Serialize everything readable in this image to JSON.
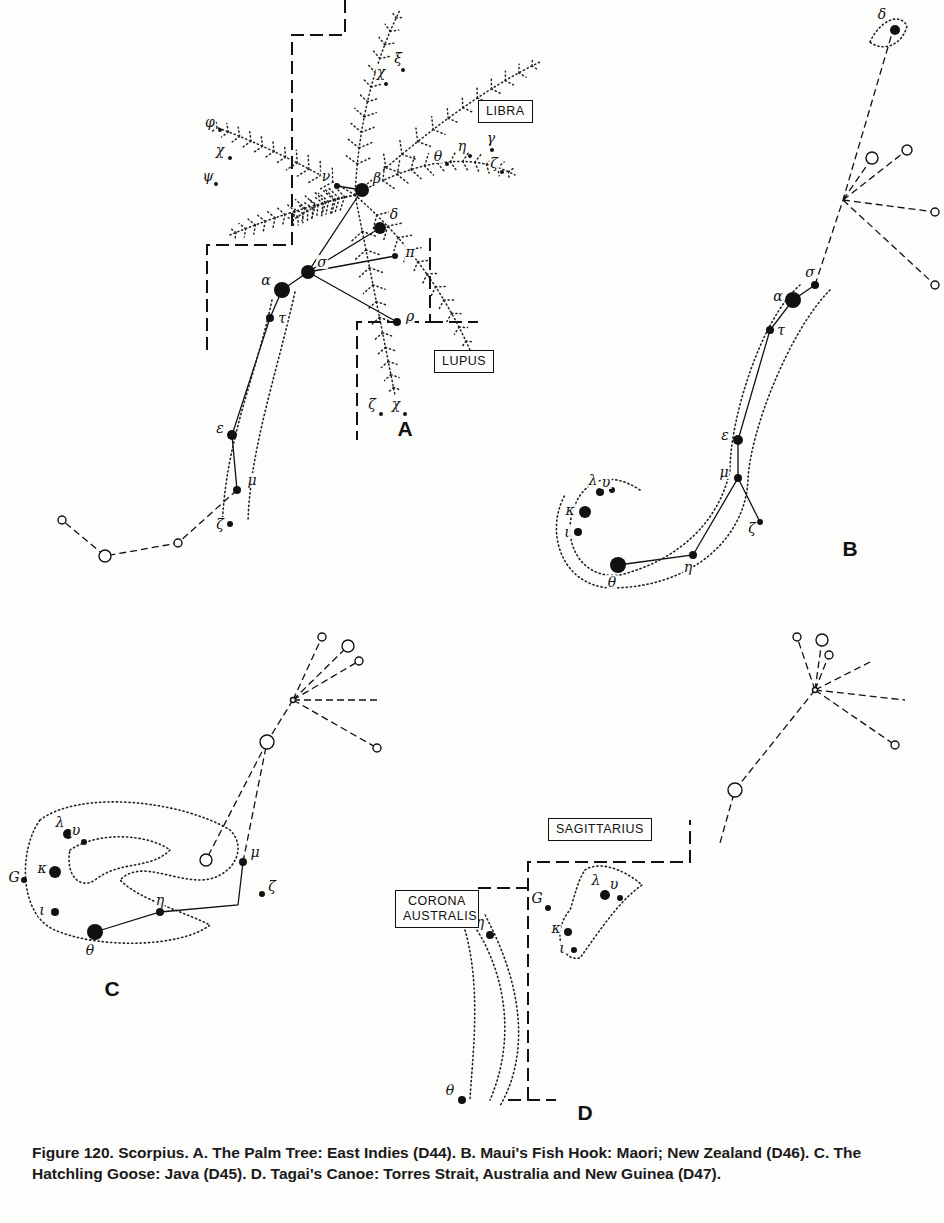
{
  "diagram": {
    "caption": "Figure 120. Scorpius. A. The Palm Tree: East Indies (D44). B. Maui's Fish Hook: Maori; New Zealand (D46). C. The Hatchling Goose: Java (D45). D. Tagai's Canoe: Torres Strait, Australia and New Guinea (D47).",
    "nodes": [
      {
        "text": [
          "LIBRA"
        ]
      },
      {
        "text": [
          "LUPUS"
        ]
      },
      {
        "text": [
          "SAGITTARIUS"
        ]
      },
      {
        "text": [
          "CORONA AUSTRALIS"
        ]
      }
    ],
    "labels": [
      "χ",
      "ξ",
      "φ",
      "χ",
      "ψ",
      "ν",
      "β",
      "γ",
      "η",
      "θ",
      "ζ",
      "δ",
      "σ",
      "π",
      "α",
      "τ",
      "ρ",
      "ζ",
      "χ",
      "ε",
      "μ",
      "ζ",
      "A",
      "δ",
      "σ",
      "α",
      "τ",
      "ε",
      "μ",
      "λ",
      "υ",
      "κ",
      "ι",
      "θ",
      "η",
      "ζ",
      "B",
      "λ",
      "υ",
      "G",
      "κ",
      "ι",
      "θ",
      "η",
      "μ",
      "ζ",
      "C",
      "η",
      "θ",
      "λ",
      "υ",
      "G",
      "κ",
      "ι",
      "D"
    ]
  }
}
